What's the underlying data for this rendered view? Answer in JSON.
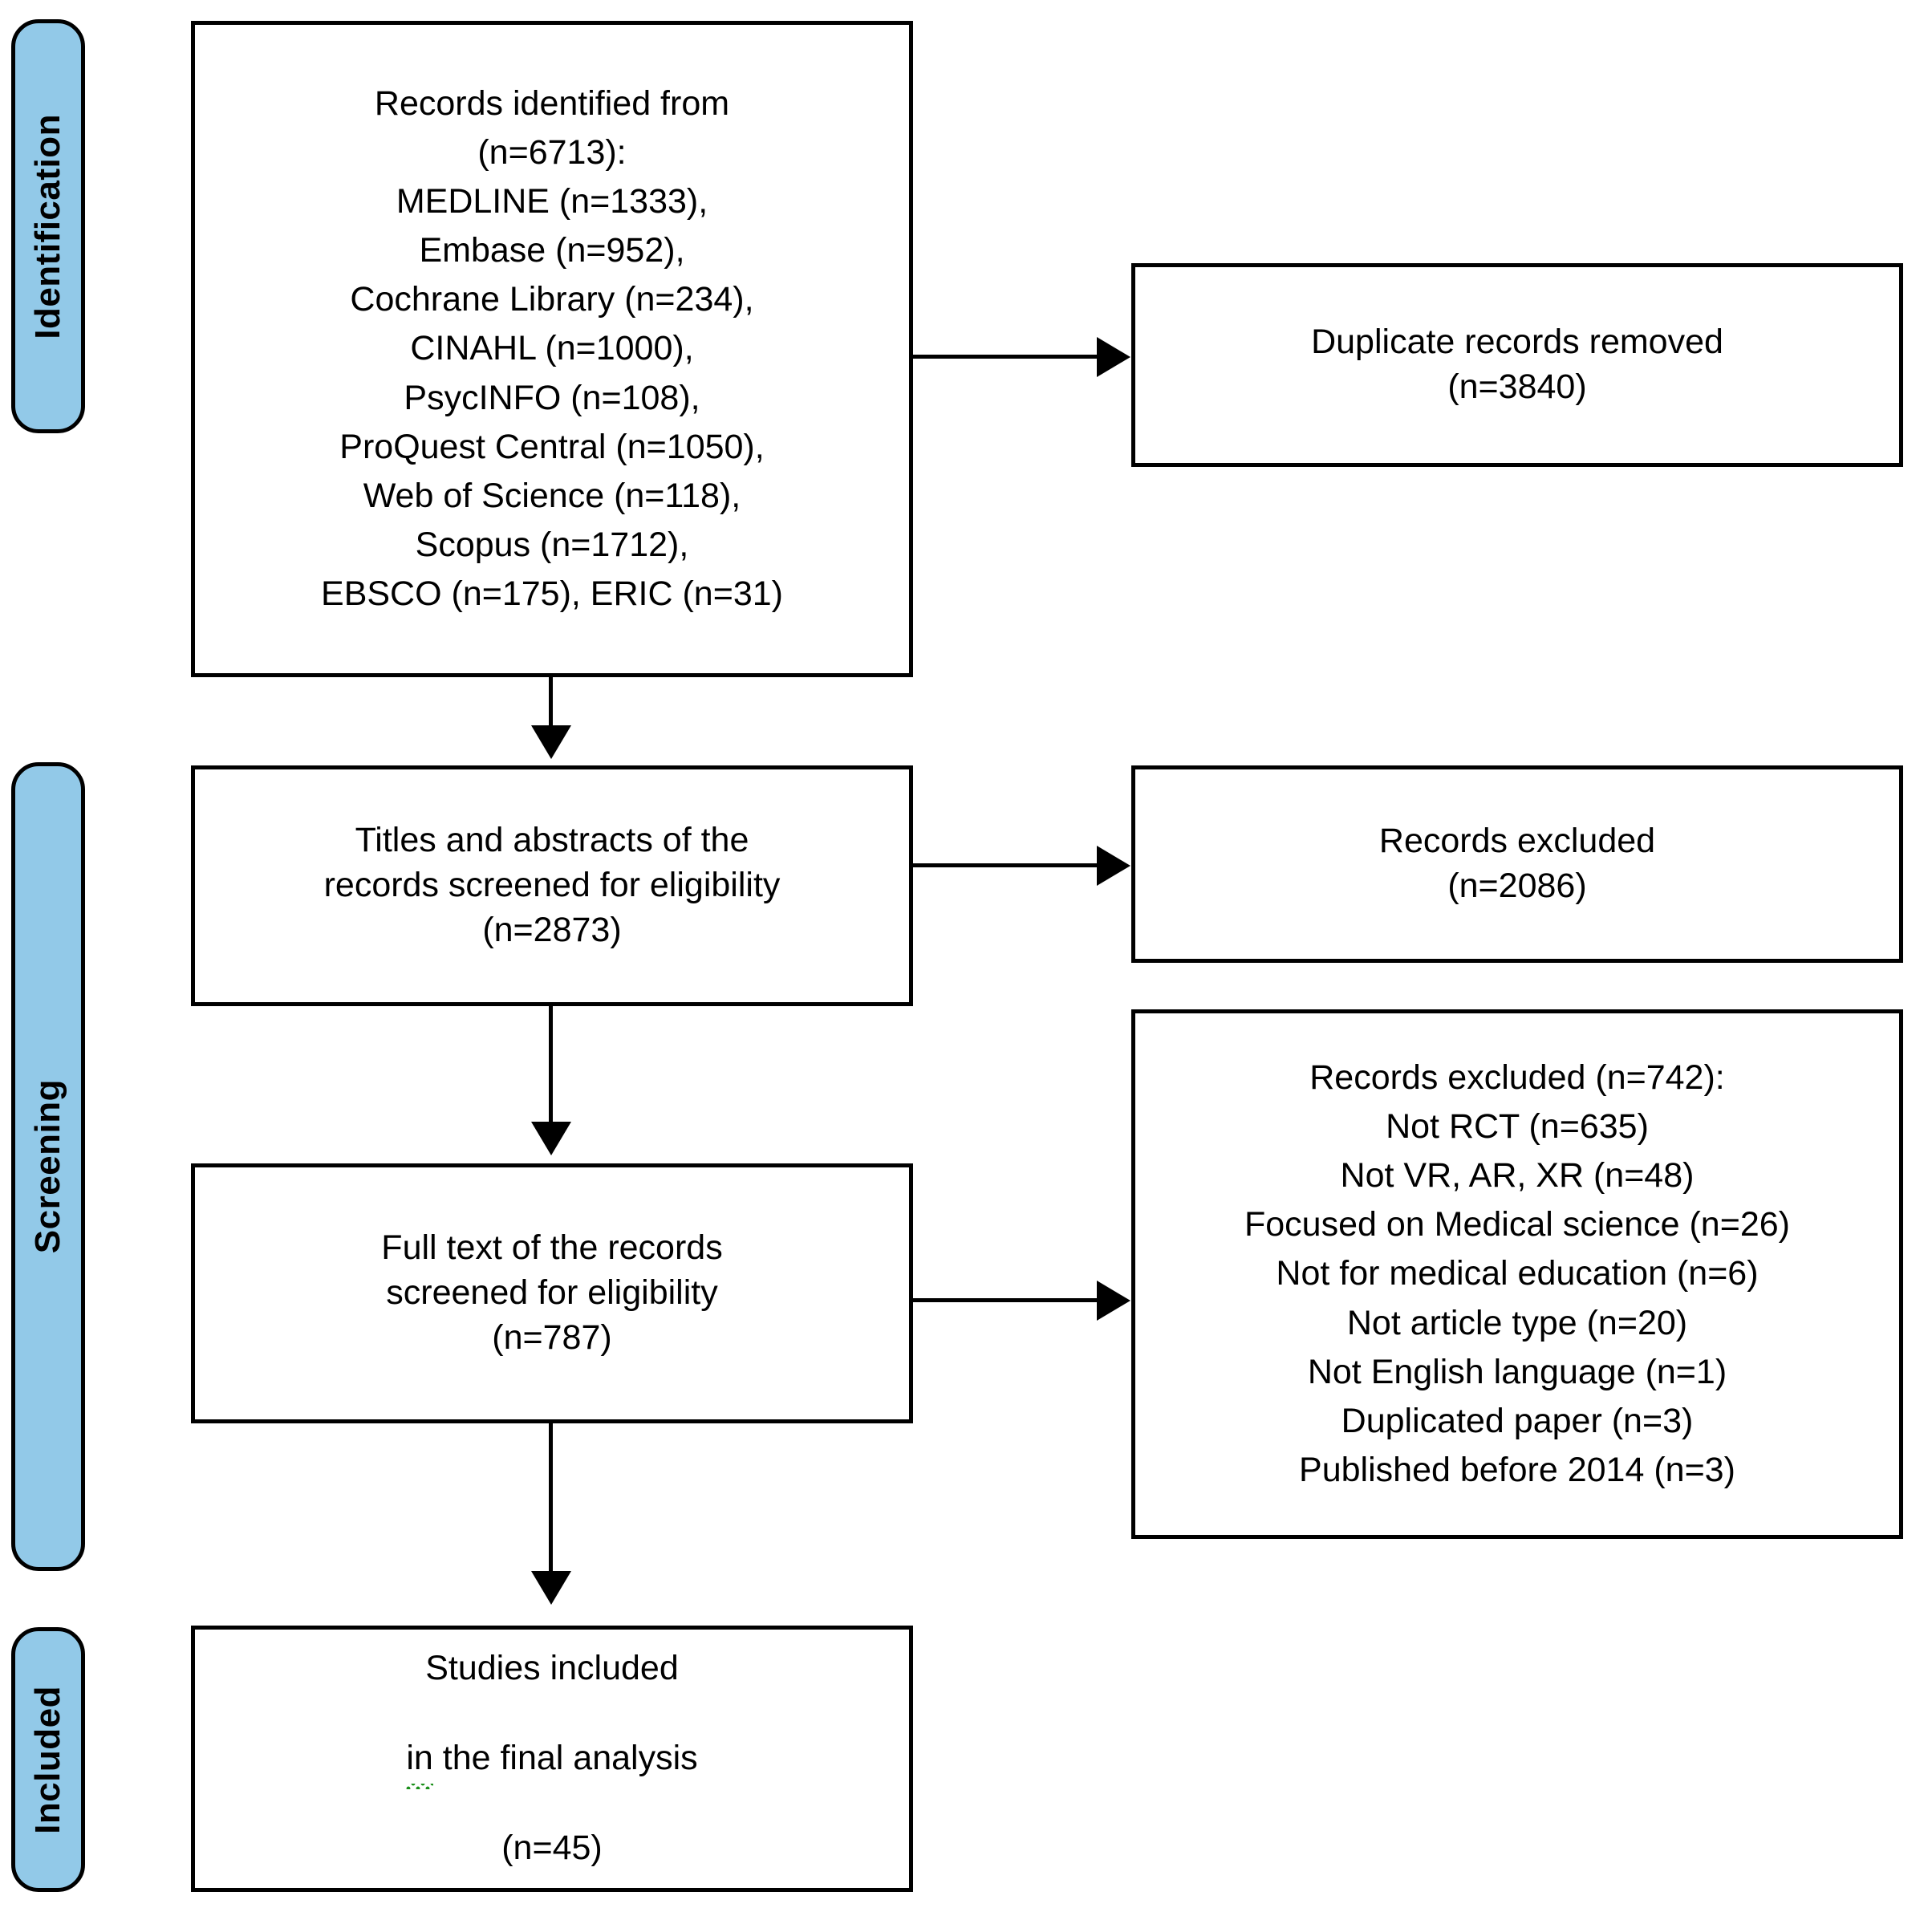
{
  "diagram": {
    "title": "PRISMA study selection flow diagram",
    "accent_color": "#92C9E8",
    "line_color": "#000000",
    "box_fill": "#ffffff",
    "spellcheck_underline_color": "#1a8f1a"
  },
  "phases": [
    {
      "id": "identification",
      "label": "Identification"
    },
    {
      "id": "screening",
      "label": "Screening"
    },
    {
      "id": "included",
      "label": "Included"
    }
  ],
  "boxes": {
    "records_identified": {
      "text": "Records identified from\n(n=6713):\nMEDLINE (n=1333),\nEmbase (n=952),\nCochrane Library (n=234),\nCINAHL (n=1000),\nPsycINFO (n=108),\nProQuest Central (n=1050),\nWeb of Science (n=118),\nScopus (n=1712),\nEBSCO (n=175), ERIC (n=31)"
    },
    "duplicates_removed": {
      "text": "Duplicate records removed\n(n=3840)"
    },
    "titles_abstracts_screened": {
      "text": "Titles and abstracts of the\nrecords screened for eligibility\n(n=2873)"
    },
    "records_excluded_screening": {
      "text": "Records excluded\n(n=2086)"
    },
    "fulltext_screened": {
      "text": "Full text of the records\nscreened for eligibility\n(n=787)"
    },
    "records_excluded_fulltext": {
      "text": "Records excluded (n=742):\nNot RCT (n=635)\nNot VR, AR, XR (n=48)\nFocused on Medical science (n=26)\nNot for medical education (n=6)\nNot article type (n=20)\nNot English language (n=1)\nDuplicated paper (n=3)\nPublished before 2014 (n=3)"
    },
    "studies_included": {
      "line1": "Studies included",
      "line2_word_flagged": "in",
      "line2_rest": " the final analysis",
      "line3": "(n=45)"
    }
  },
  "chart_data": {
    "type": "table",
    "title": "PRISMA study selection flow",
    "stages": [
      {
        "phase": "Identification",
        "node": "Records identified from databases",
        "total": 6713,
        "sources": [
          {
            "name": "MEDLINE",
            "n": 1333
          },
          {
            "name": "Embase",
            "n": 952
          },
          {
            "name": "Cochrane Library",
            "n": 234
          },
          {
            "name": "CINAHL",
            "n": 1000
          },
          {
            "name": "PsycINFO",
            "n": 108
          },
          {
            "name": "ProQuest Central",
            "n": 1050
          },
          {
            "name": "Web of Science",
            "n": 118
          },
          {
            "name": "Scopus",
            "n": 1712
          },
          {
            "name": "EBSCO",
            "n": 175
          },
          {
            "name": "ERIC",
            "n": 31
          }
        ]
      },
      {
        "phase": "Identification",
        "node": "Duplicate records removed",
        "total": 3840
      },
      {
        "phase": "Screening",
        "node": "Titles and abstracts of the records screened for eligibility",
        "total": 2873
      },
      {
        "phase": "Screening",
        "node": "Records excluded (title/abstract)",
        "total": 2086
      },
      {
        "phase": "Screening",
        "node": "Full text of the records screened for eligibility",
        "total": 787
      },
      {
        "phase": "Screening",
        "node": "Records excluded (full text)",
        "total": 742,
        "reasons": [
          {
            "name": "Not RCT",
            "n": 635
          },
          {
            "name": "Not VR, AR, XR",
            "n": 48
          },
          {
            "name": "Focused on Medical science",
            "n": 26
          },
          {
            "name": "Not for medical education",
            "n": 6
          },
          {
            "name": "Not article type",
            "n": 20
          },
          {
            "name": "Not English language",
            "n": 1
          },
          {
            "name": "Duplicated paper",
            "n": 3
          },
          {
            "name": "Published before 2014",
            "n": 3
          }
        ]
      },
      {
        "phase": "Included",
        "node": "Studies included in the final analysis",
        "total": 45
      }
    ]
  }
}
